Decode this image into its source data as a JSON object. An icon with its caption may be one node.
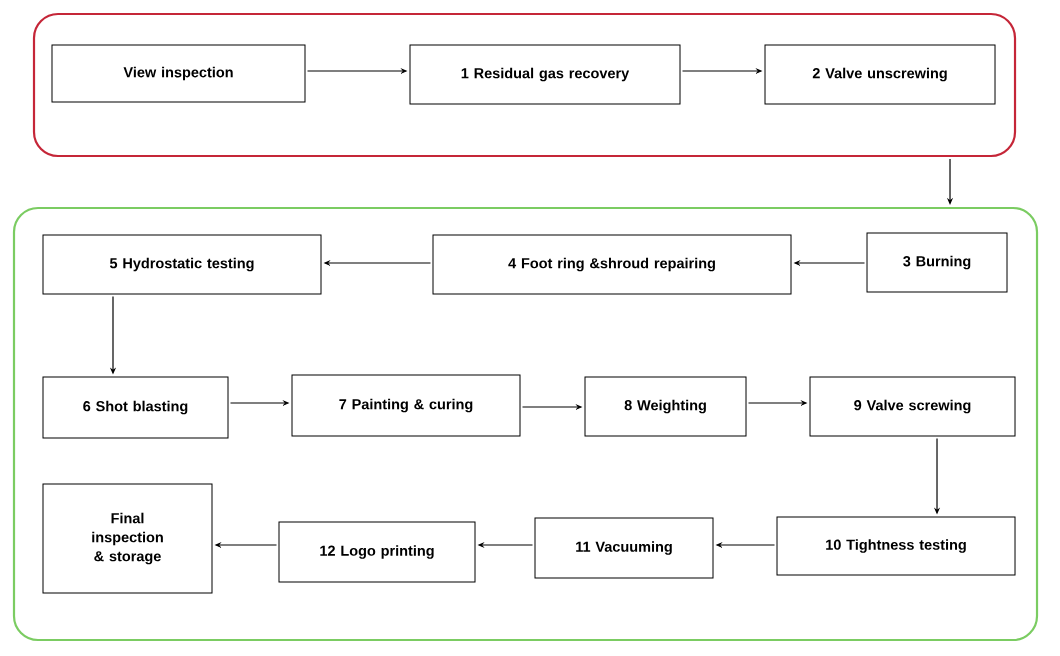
{
  "diagram": {
    "nodes": [
      {
        "text": [],
        "shape": "box"
      },
      {
        "text": [
          "View inspection"
        ],
        "in": 0
      },
      {
        "text": [
          "1 Residual gas recovery"
        ],
        "in": 0
      },
      {
        "text": [
          "2 Valve unscrewing"
        ],
        "in": 0
      },
      {
        "text": [],
        "shape": "box"
      },
      {
        "text": [
          "3 Burning"
        ],
        "in": 4
      },
      {
        "text": [
          "4 Foot ring &shroud repairing"
        ],
        "in": 4
      },
      {
        "text": [
          "5 Hydrostatic testing"
        ],
        "in": 4
      },
      {
        "text": [
          "6 Shot blasting"
        ],
        "in": 4
      },
      {
        "text": [
          "7 Painting & curing"
        ],
        "in": 4
      },
      {
        "text": [
          "8 Weighting"
        ],
        "in": 4
      },
      {
        "text": [
          "9 Valve screwing"
        ],
        "in": 4
      },
      {
        "text": [
          "10 Tightness testing"
        ],
        "in": 4
      },
      {
        "text": [
          "11 Vacuuming"
        ],
        "in": 4
      },
      {
        "text": [
          "12 Logo printing"
        ],
        "in": 4
      },
      {
        "text": [
          "Final inspection & storage"
        ],
        "in": 4
      }
    ],
    "edges": [
      {
        "from": 1,
        "to": 2,
        "arrow": "to"
      },
      {
        "from": 2,
        "to": 3,
        "arrow": "to"
      },
      {
        "from": 0,
        "to": 4,
        "arrow": "to"
      },
      {
        "from": 5,
        "to": 6,
        "arrow": "to"
      },
      {
        "from": 6,
        "to": 7,
        "arrow": "to"
      },
      {
        "from": 7,
        "to": 8,
        "arrow": "to"
      },
      {
        "from": 8,
        "to": 9,
        "arrow": "to"
      },
      {
        "from": 9,
        "to": 10,
        "arrow": "to"
      },
      {
        "from": 10,
        "to": 11,
        "arrow": "to"
      },
      {
        "from": 11,
        "to": 12,
        "arrow": "to"
      },
      {
        "from": 12,
        "to": 13,
        "arrow": "to"
      },
      {
        "from": 13,
        "to": 14,
        "arrow": "to"
      },
      {
        "from": 14,
        "to": 15,
        "arrow": "to"
      }
    ]
  }
}
